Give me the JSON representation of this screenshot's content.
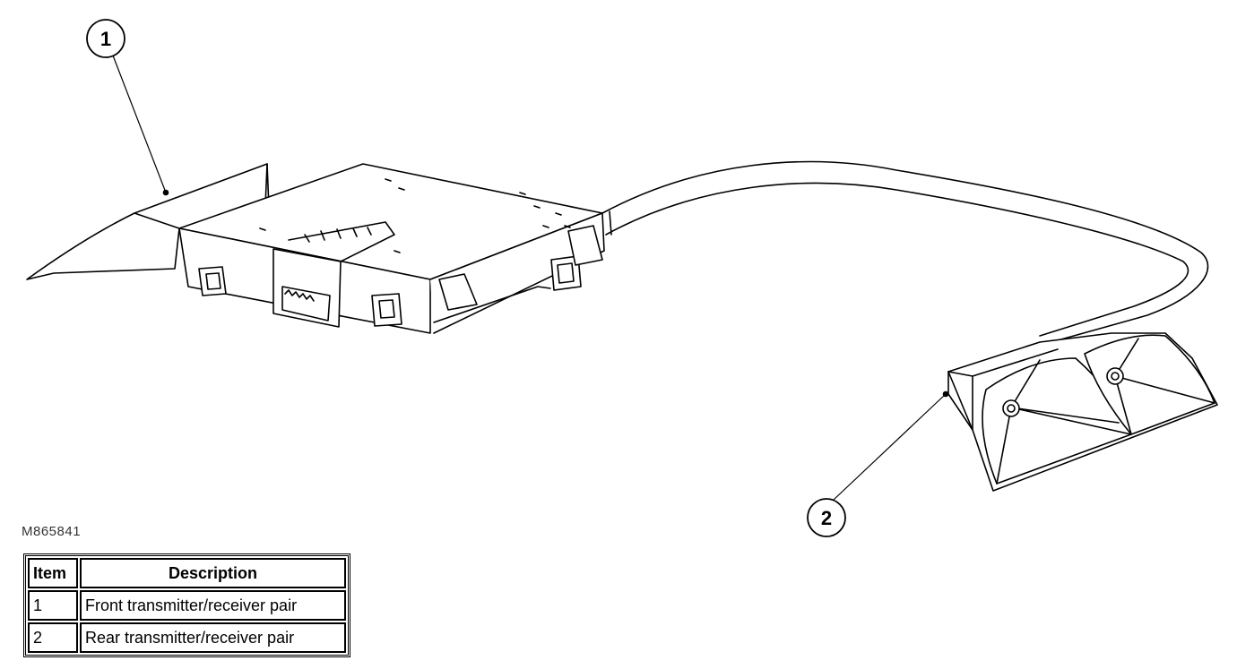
{
  "figure_id": "M865841",
  "callouts": [
    {
      "number": "1"
    },
    {
      "number": "2"
    }
  ],
  "legend": {
    "header_item": "Item",
    "header_description": "Description",
    "rows": [
      {
        "item": "1",
        "description": "Front transmitter/receiver pair"
      },
      {
        "item": "2",
        "description": "Rear transmitter/receiver pair"
      }
    ]
  }
}
